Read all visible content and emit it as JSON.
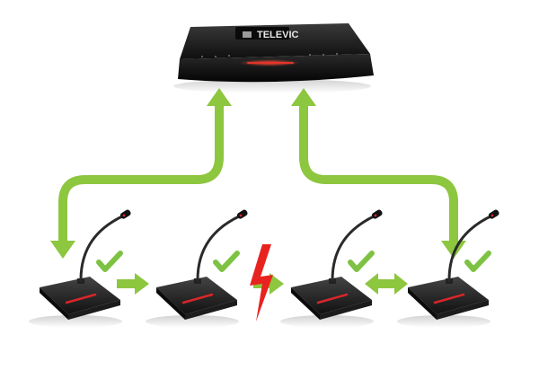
{
  "central_unit": {
    "brand": "TELEVIC",
    "icon": "conference-central-unit"
  },
  "delegate_units": [
    {
      "icon": "gooseneck-microphone-unit",
      "status_icon": "check-icon"
    },
    {
      "icon": "gooseneck-microphone-unit",
      "status_icon": "check-icon"
    },
    {
      "icon": "gooseneck-microphone-unit",
      "status_icon": "check-icon"
    },
    {
      "icon": "gooseneck-microphone-unit",
      "status_icon": "check-icon"
    }
  ],
  "connections": {
    "icon_loop": "double-arrow-loop",
    "icon_link": "arrow-right",
    "icon_bidirectional": "double-arrow",
    "icon_break": "lightning-bolt-icon"
  },
  "colors": {
    "arrow_green": "#8dc63f",
    "check_green": "#7dc242",
    "break_red": "#e8231f",
    "device_black": "#1a1a1a",
    "accent_red": "#d8262a"
  }
}
